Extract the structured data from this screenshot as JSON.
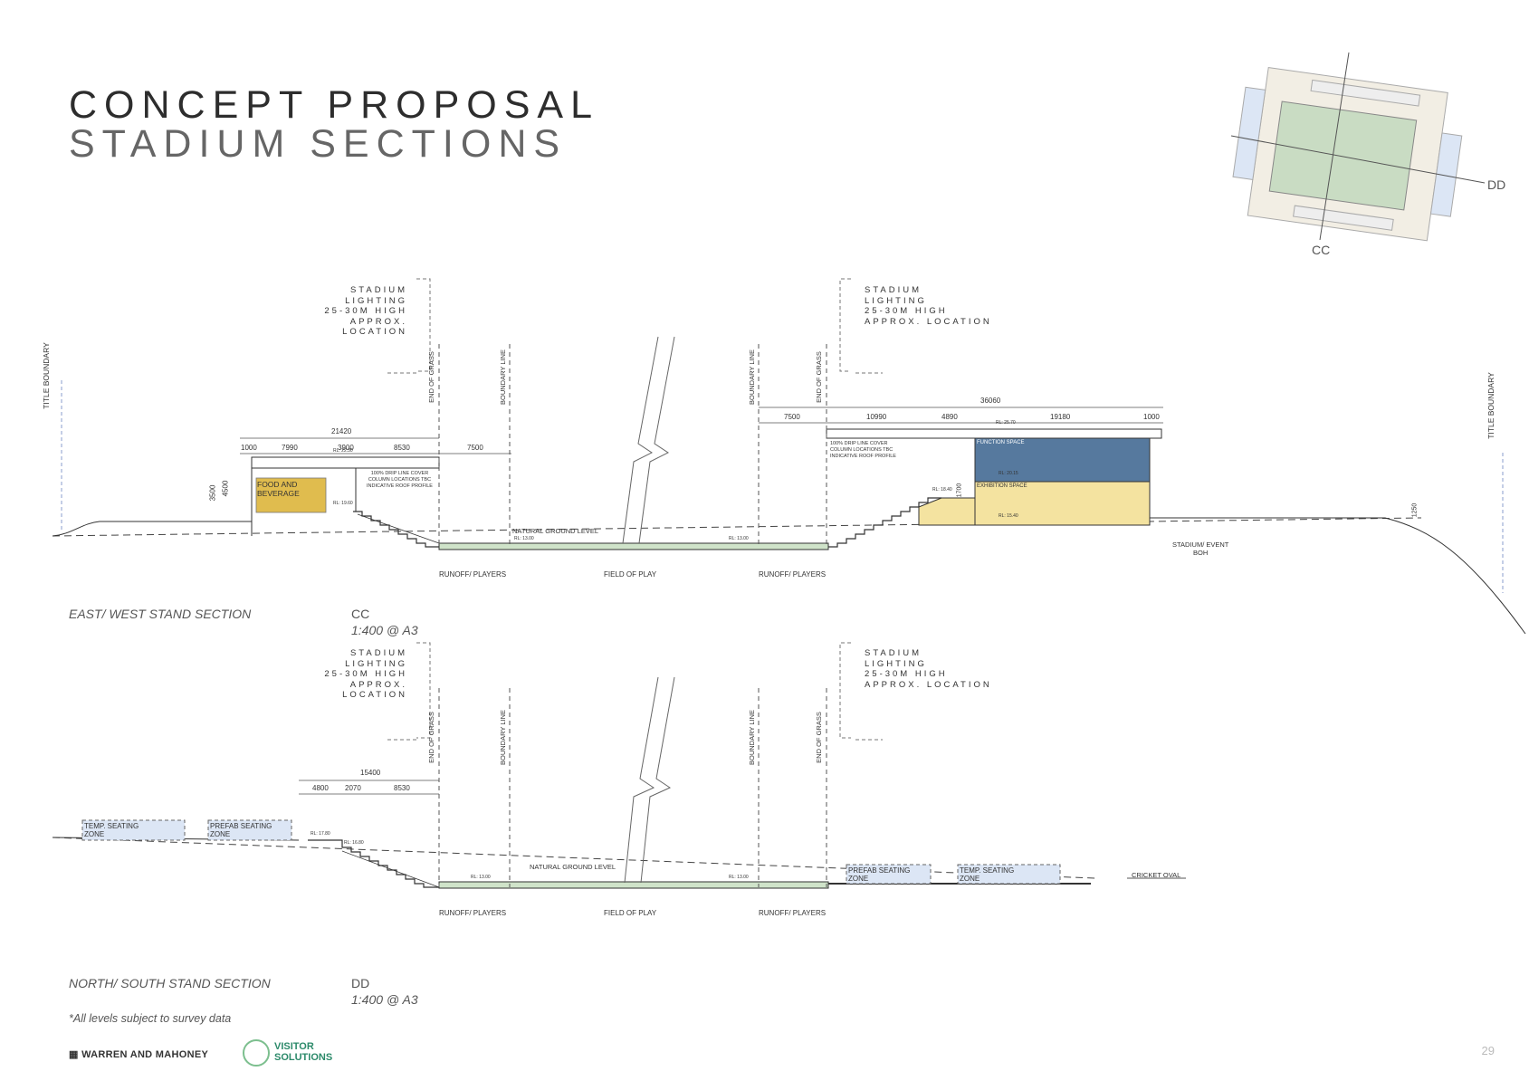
{
  "page": {
    "title_line1": "CONCEPT PROPOSAL",
    "title_line2": "STADIUM SECTIONS",
    "page_number": "29",
    "footnote": "*All levels subject to survey data"
  },
  "key_plan": {
    "label_dd": "DD",
    "label_cc": "CC"
  },
  "lighting_label": [
    "STADIUM",
    "LIGHTING",
    "25-30M HIGH",
    "APPROX. LOCATION"
  ],
  "section_cc": {
    "caption": "EAST/ WEST STAND SECTION",
    "ref": "CC",
    "scale": "1:400 @ A3",
    "title_boundary": "TITLE BOUNDARY",
    "end_of_grass": "END OF GRASS",
    "boundary_line": "BOUNDARY LINE",
    "natural_ground_level": "NATURAL GROUND LEVEL",
    "runoff": "RUNOFF/ PLAYERS",
    "field_of_play": "FIELD OF PLAY",
    "food_and_beverage_1": "FOOD AND",
    "food_and_beverage_2": "BEVERAGE",
    "function_space": "FUNCTION SPACE",
    "exhibition_space": "EXHIBITION SPACE",
    "stadium_event_1": "STADIUM/ EVENT",
    "stadium_event_2": "BOH",
    "roof_note": [
      "100% DRIP LINE COVER",
      "COLUMN LOCATIONS TBC",
      "INDICATIVE ROOF PROFILE"
    ],
    "dims_left": {
      "total": "21420",
      "d1": "1000",
      "d2": "7990",
      "d3": "3900",
      "d4": "8530",
      "d5": "7500",
      "h1": "3500",
      "h2": "4500"
    },
    "dims_right": {
      "total": "36060",
      "d1": "7500",
      "d2": "10990",
      "d3": "4890",
      "d4": "19180",
      "d5": "1000",
      "h1": "1700",
      "h2": "1250"
    },
    "rl": {
      "r1": "RL: 22.30",
      "r2": "RL: 19.60",
      "r3": "RL: 13.00",
      "r4": "RL: 13.00",
      "r5": "RL: 25.70",
      "r6": "RL: 18.40",
      "r7": "RL: 20.15",
      "r8": "RL: 15.40"
    }
  },
  "section_dd": {
    "caption": "NORTH/ SOUTH STAND SECTION",
    "ref": "DD",
    "scale": "1:400 @ A3",
    "temp_seating_1": "TEMP. SEATING",
    "zone": "ZONE",
    "prefab_seating": "PREFAB SEATING",
    "natural_ground_level": "NATURAL GROUND LEVEL",
    "cricket_oval": "CRICKET OVAL",
    "runoff": "RUNOFF/ PLAYERS",
    "field_of_play": "FIELD OF PLAY",
    "end_of_grass": "END OF GRASS",
    "boundary_line": "BOUNDARY LINE",
    "dims": {
      "total": "15400",
      "d1": "4800",
      "d2": "2070",
      "d3": "8530"
    },
    "rl": {
      "r1": "RL: 17.80",
      "r2": "RL: 16.80",
      "r3": "RL: 13.00",
      "r4": "RL: 13.00"
    }
  },
  "footer": {
    "logo1": "WARREN AND MAHONEY",
    "logo2_line1": "VISITOR",
    "logo2_line2": "SOLUTIONS"
  },
  "colors": {
    "food": "#e0bc4e",
    "function": "#56799e",
    "exhibition": "#f4e3a0",
    "seating_zone": "#dce6f5",
    "field": "#cfe3c9",
    "lines": "#333333",
    "keyplan_field": "#c9dcc3"
  }
}
